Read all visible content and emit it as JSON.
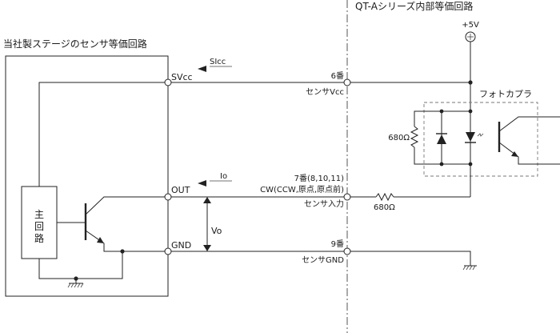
{
  "titles": {
    "left": "当社製ステージのセンサ等価回路",
    "right": "QT-Aシリーズ内部等価回路"
  },
  "left_circuit": {
    "terminals": [
      "SVcc",
      "OUT",
      "GND"
    ],
    "main_circuit_chars": [
      "主",
      "回",
      "路"
    ]
  },
  "current_labels": {
    "supply_current": "SIcc",
    "output_current": "Io"
  },
  "voltage_label": "Vo",
  "pins": {
    "pin6_number": "6番",
    "pin6_name": "センサVcc",
    "pin7_number": "7番(8,10,11)",
    "pin7_function": "CW(CCW,原点,原点前)",
    "pin7_name": "センサ入力",
    "pin9_number": "9番",
    "pin9_name": "センサGND"
  },
  "right_circuit": {
    "supply": "+5V",
    "photocoupler": "フォトカプラ",
    "resistor_pullup": "680Ω",
    "resistor_series": "680Ω"
  }
}
